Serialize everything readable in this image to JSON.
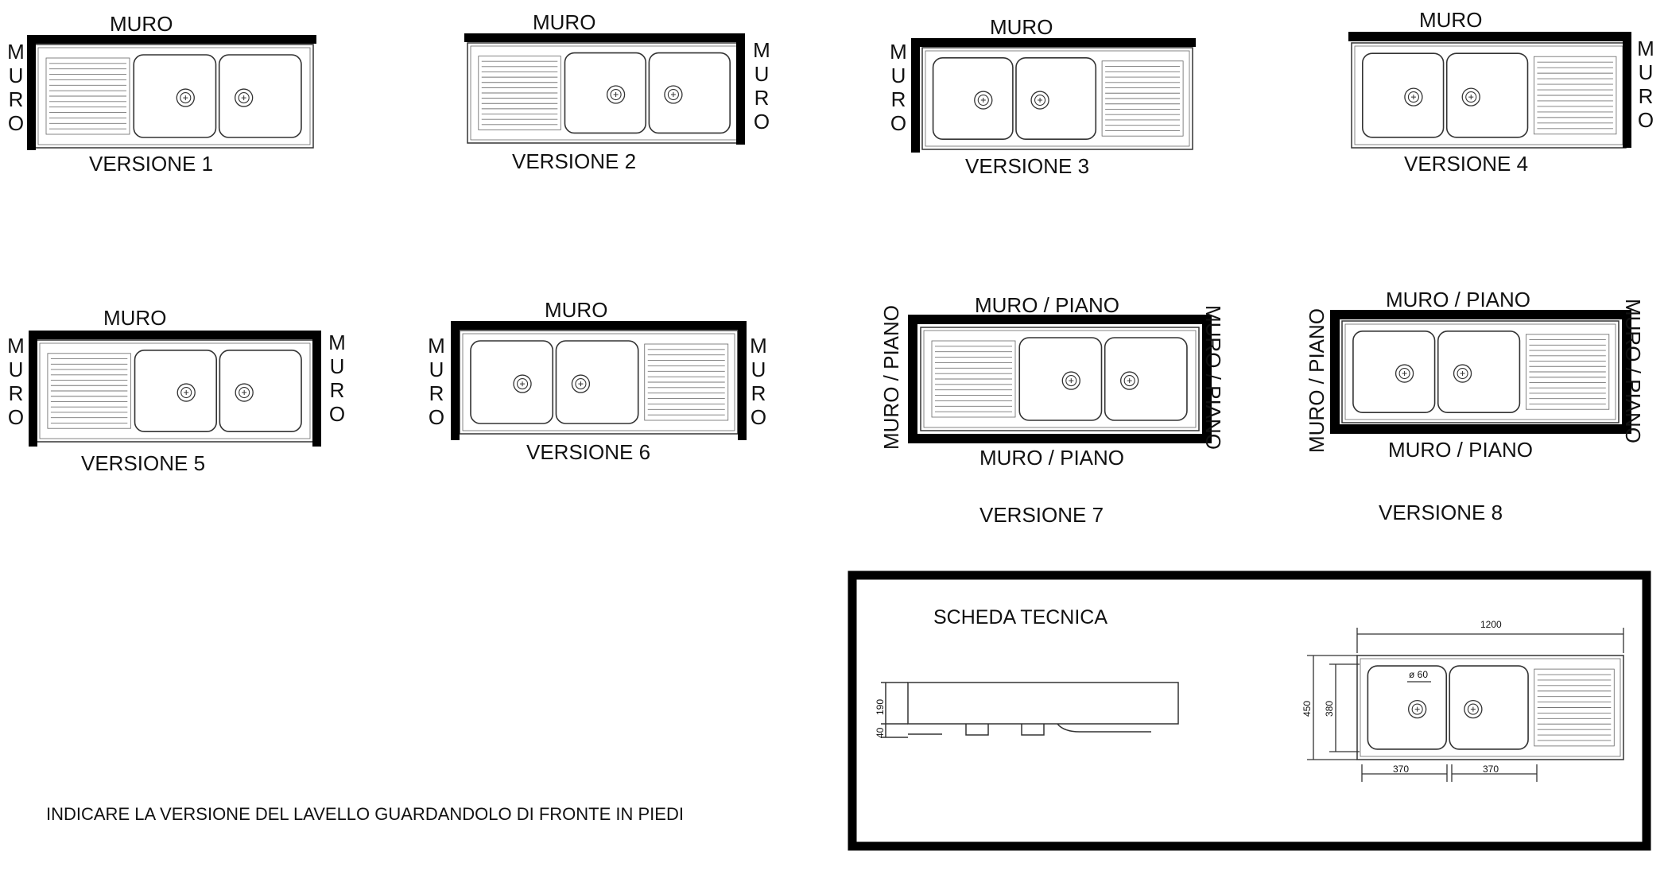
{
  "wall_label": "MURO",
  "wall_top_label": "MURO / PIANO",
  "versions": [
    {
      "label": "VERSIONE 1",
      "drainer_side": "left",
      "walls": "back + left"
    },
    {
      "label": "VERSIONE 2",
      "drainer_side": "left",
      "walls": "back + right"
    },
    {
      "label": "VERSIONE 3",
      "drainer_side": "right",
      "walls": "back + left"
    },
    {
      "label": "VERSIONE 4",
      "drainer_side": "right",
      "walls": "back + right"
    },
    {
      "label": "VERSIONE 5",
      "drainer_side": "left",
      "walls": "back + left + right"
    },
    {
      "label": "VERSIONE 6",
      "drainer_side": "right",
      "walls": "back + left + right"
    },
    {
      "label": "VERSIONE 7",
      "drainer_side": "left",
      "walls": "all four sides"
    },
    {
      "label": "VERSIONE 8",
      "drainer_side": "right",
      "walls": "all four sides"
    }
  ],
  "instruction": "INDICARE LA VERSIONE DEL LAVELLO GUARDANDOLO DI FRONTE IN PIEDI",
  "tech": {
    "title": "SCHEDA TECNICA",
    "dim_width": "1200",
    "dim_depth": "450",
    "dim_bowl_depth": "380",
    "dim_hole": "ø 60",
    "dim_bowl1": "370",
    "dim_bowl2": "370",
    "dim_height": "190",
    "dim_rim": "40"
  }
}
